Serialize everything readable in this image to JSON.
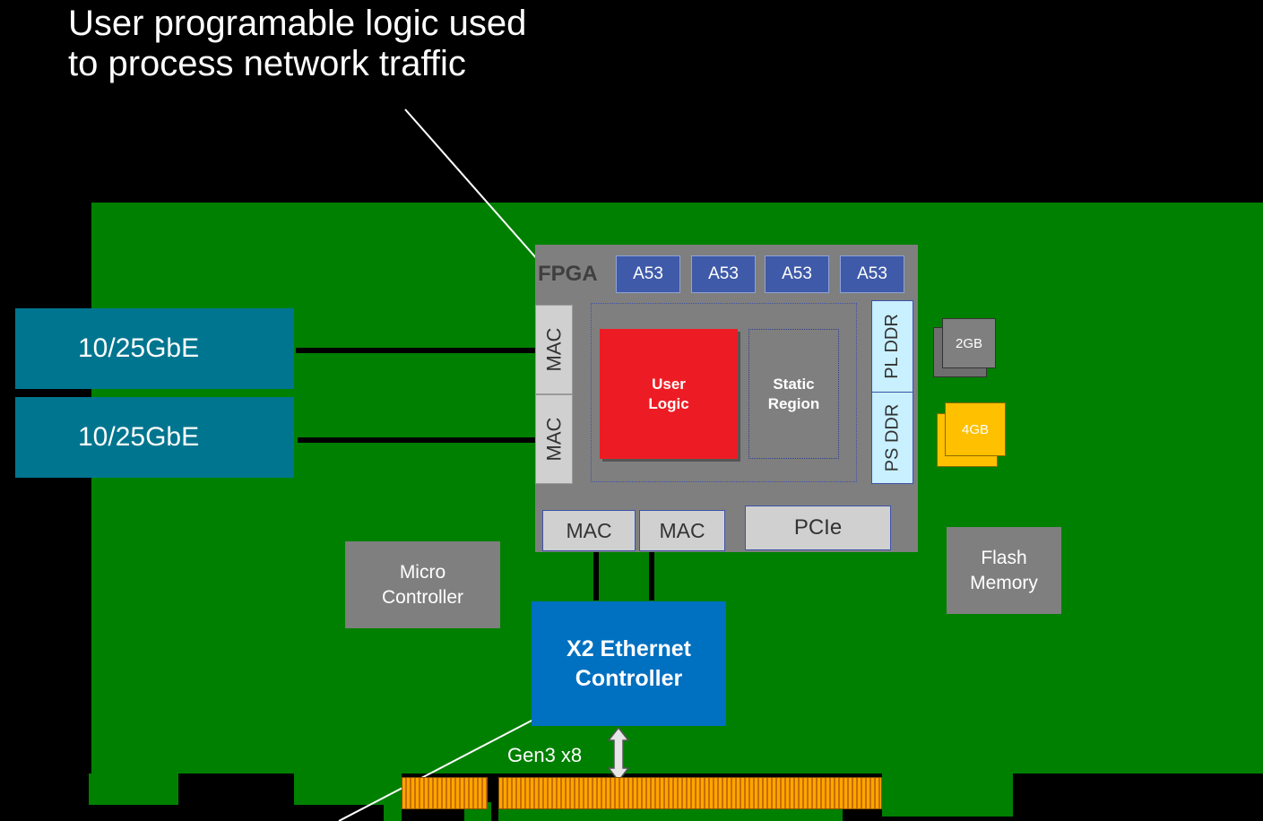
{
  "callout": {
    "text": "User programable logic used\nto process network traffic"
  },
  "ports": [
    "10/25GbE",
    "10/25GbE"
  ],
  "fpga": {
    "label": "FPGA",
    "cores": [
      "A53",
      "A53",
      "A53",
      "A53"
    ],
    "side_macs": [
      "MAC",
      "MAC"
    ],
    "bottom_macs": [
      "MAC",
      "MAC"
    ],
    "user_logic": "User\nLogic",
    "static_region": "Static\nRegion",
    "pl_ddr": "PL DDR",
    "ps_ddr": "PS DDR",
    "pcie": "PCIe"
  },
  "memories": {
    "pl": {
      "label": "2GB",
      "color": "#7f7f7f"
    },
    "ps": {
      "label": "4GB",
      "color": "#ffc000"
    }
  },
  "flash": "Flash\nMemory",
  "micro": "Micro\nController",
  "ethernet_controller": "X2 Ethernet\nController",
  "pcie_link": "Gen3 x8",
  "colors": {
    "board": "#008000",
    "port": "#00758f",
    "user_logic": "#ed1c24",
    "ethernet_controller": "#0070c0",
    "core": "#3f5aa8"
  }
}
